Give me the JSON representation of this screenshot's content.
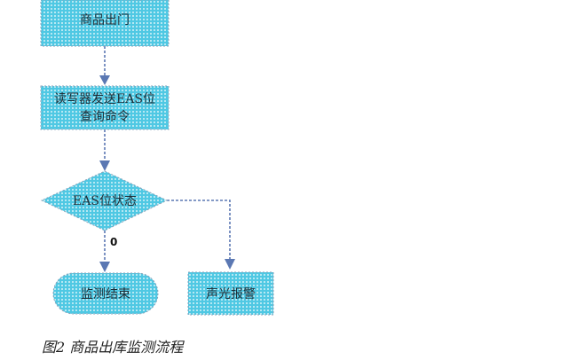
{
  "colors": {
    "node_fill": "#4fc8e3",
    "node_dot": "#ffffff",
    "node_edge": "#8aa2b8",
    "connector": "#5b78b3"
  },
  "nodes": {
    "goods_exit": "商品出门",
    "send_query_line1": "读写器发送EAS位",
    "send_query_line2": "查询命令",
    "eas_status": "EAS位状态",
    "monitor_end": "监测结束",
    "alarm": "声光报警"
  },
  "edges": {
    "zero_branch_label": "0"
  },
  "caption": "图2 商品出库监测流程"
}
